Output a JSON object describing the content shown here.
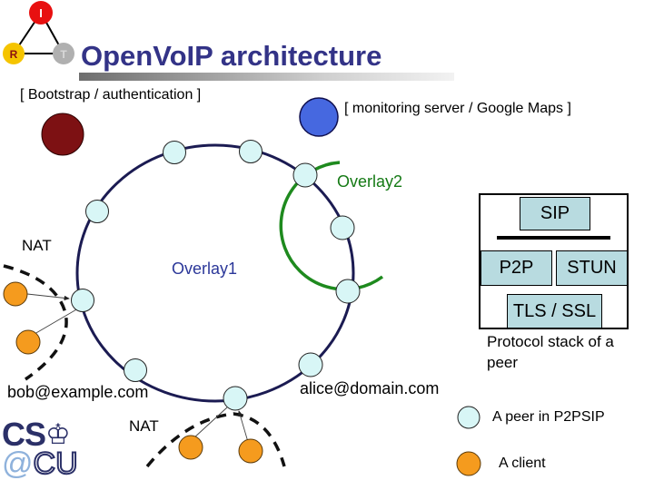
{
  "slide": {
    "title": "OpenVoIP architecture"
  },
  "corner_logo": {
    "nodes": [
      {
        "label": "I"
      },
      {
        "label": "R"
      },
      {
        "label": "T"
      }
    ]
  },
  "labels": {
    "bootstrap": "[ Bootstrap / authentication ]",
    "monitoring": "[ monitoring server / Google Maps ]",
    "overlay1": "Overlay1",
    "overlay2": "Overlay2",
    "nat_left": "NAT",
    "nat_bottom": "NAT",
    "bob": "bob@example.com",
    "alice": "alice@domain.com"
  },
  "protocol_stack": {
    "sip": "SIP",
    "p2p": "P2P",
    "stun": "STUN",
    "tls": "TLS / SSL",
    "caption": "Protocol stack of a peer"
  },
  "legend": {
    "peer_label": "A peer in P2PSIP",
    "client_label": "A client"
  },
  "footer_logo": {
    "cs": "CS",
    "crown": "♔",
    "at": "@",
    "cu": "CU"
  },
  "colors": {
    "title_text": "#333387",
    "overlay1_ring": "#1b1b52",
    "overlay1_label": "#2b3799",
    "overlay2_green": "#1e8a1e",
    "peer_fill": "#d8f6f6",
    "client_orange": "#f59b1e",
    "bootstrap_server_maroon": "#7d1113",
    "monitoring_server_blue": "#4668e0",
    "stack_box_fill": "#b8dbe0",
    "logo_red": "#e81010",
    "logo_yellow": "#f5c400",
    "logo_gray": "#b0b0b0",
    "footer_navy": "#2b3068",
    "footer_lightblue": "#8fb2dc"
  }
}
